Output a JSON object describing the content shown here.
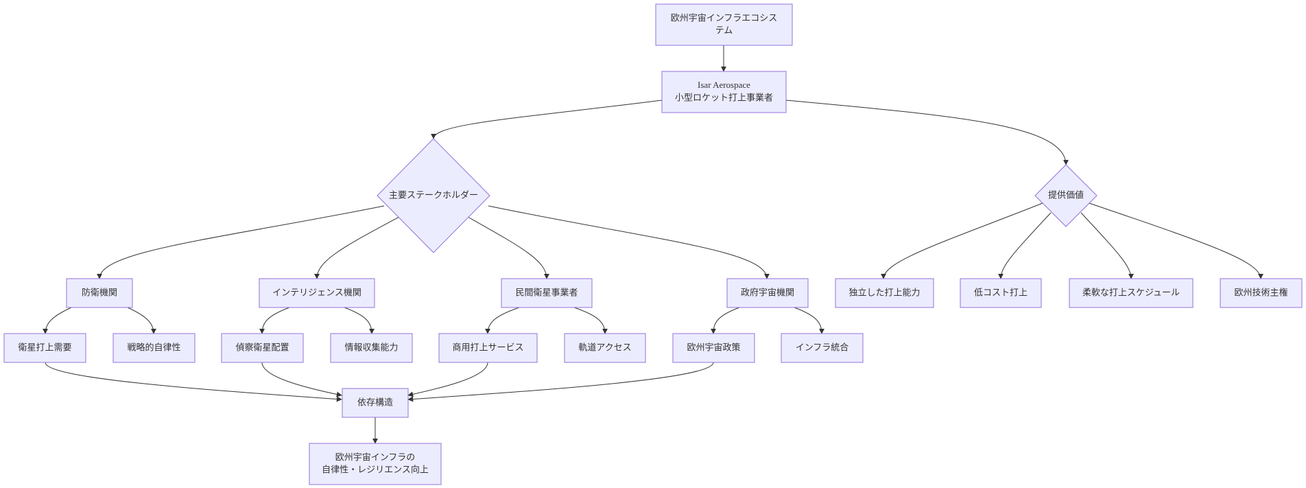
{
  "diagram": {
    "nodes": {
      "ecosystem": [
        "欧州宇宙インフラエコシス",
        "テム"
      ],
      "isar": [
        "Isar Aerospace",
        "小型ロケット打上事業者"
      ],
      "stakeholders": [
        "主要ステークホルダー"
      ],
      "value": [
        "提供価値"
      ],
      "defense": [
        "防衛機関"
      ],
      "intel": [
        "インテリジェンス機関"
      ],
      "commercial": [
        "民間衛星事業者"
      ],
      "government": [
        "政府宇宙機関"
      ],
      "independent_launch": [
        "独立した打上能力"
      ],
      "low_cost": [
        "低コスト打上"
      ],
      "flexible_schedule": [
        "柔軟な打上スケジュール"
      ],
      "tech_sovereignty": [
        "欧州技術主権"
      ],
      "satellite_demand": [
        "衛星打上需要"
      ],
      "strategic_autonomy": [
        "戦略的自律性"
      ],
      "recon_deploy": [
        "偵察衛星配置"
      ],
      "intel_collection": [
        "情報収集能力"
      ],
      "commercial_launch": [
        "商用打上サービス"
      ],
      "orbit_access": [
        "軌道アクセス"
      ],
      "eu_policy": [
        "欧州宇宙政策"
      ],
      "infra_integration": [
        "インフラ統合"
      ],
      "dependency": [
        "依存構造"
      ],
      "resilience": [
        "欧州宇宙インフラの",
        "自律性・レジリエンス向上"
      ]
    }
  }
}
